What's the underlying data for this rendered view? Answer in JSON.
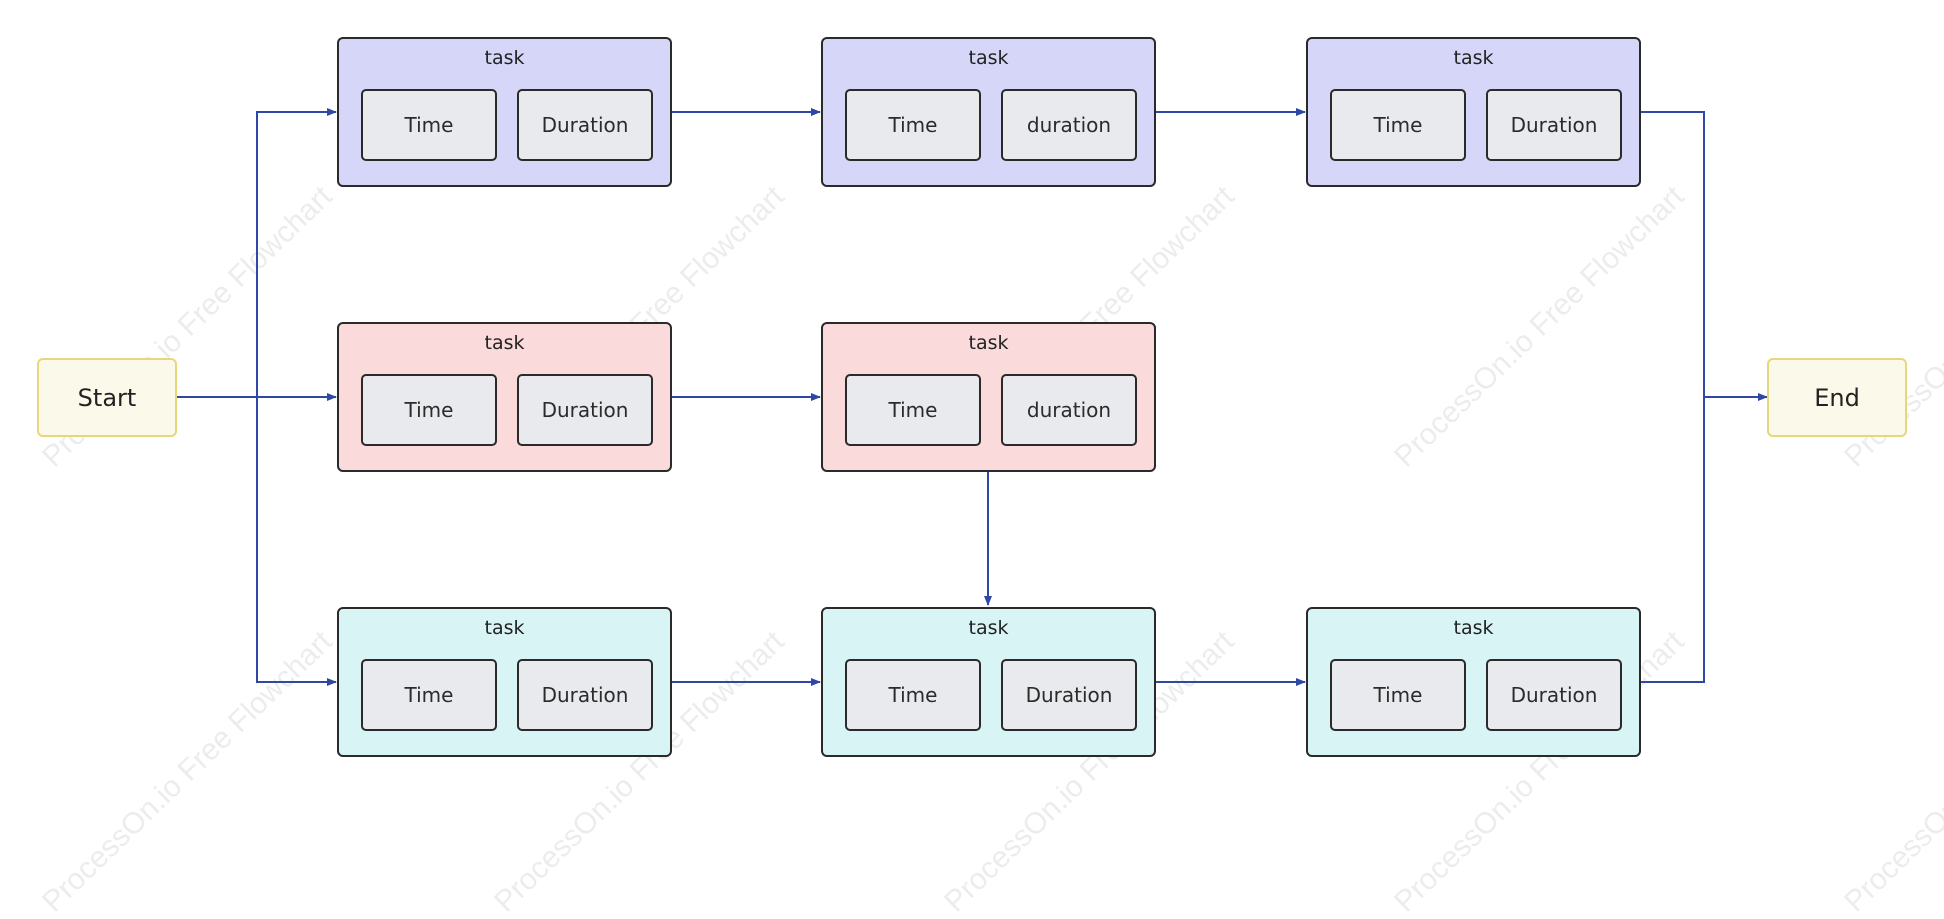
{
  "colors": {
    "arrow": "#2f48a6",
    "terminal_fill": "#fbf9ea",
    "terminal_border": "#e6d77a",
    "row_blue": "#d5d6f8",
    "row_pink": "#fadadb",
    "row_cyan": "#d8f4f5",
    "cell_fill": "#e8eaee"
  },
  "watermark": {
    "text": "ProcessOn.io Free Flowchart"
  },
  "start": {
    "label": "Start"
  },
  "end": {
    "label": "End"
  },
  "tasks": {
    "row1": [
      {
        "title": "task",
        "time": "Time",
        "duration": "Duration"
      },
      {
        "title": "task",
        "time": "Time",
        "duration": "duration"
      },
      {
        "title": "task",
        "time": "Time",
        "duration": "Duration"
      }
    ],
    "row2": [
      {
        "title": "task",
        "time": "Time",
        "duration": "Duration"
      },
      {
        "title": "task",
        "time": "Time",
        "duration": "duration"
      }
    ],
    "row3": [
      {
        "title": "task",
        "time": "Time",
        "duration": "Duration"
      },
      {
        "title": "task",
        "time": "Time",
        "duration": "Duration"
      },
      {
        "title": "task",
        "time": "Time",
        "duration": "Duration"
      }
    ]
  }
}
